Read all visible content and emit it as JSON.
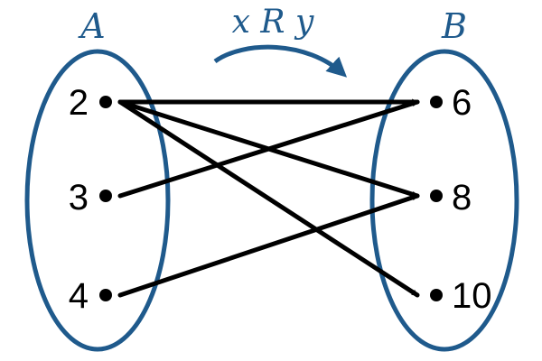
{
  "diagram": {
    "relation_label": "x R y",
    "accent_color": "#1f5a8c",
    "arrow_color": "#000000",
    "sets": [
      {
        "id": "A",
        "label": "A",
        "elements": [
          "2",
          "3",
          "4"
        ]
      },
      {
        "id": "B",
        "label": "B",
        "elements": [
          "6",
          "8",
          "10"
        ]
      }
    ],
    "mappings": [
      {
        "from": "2",
        "to": "6"
      },
      {
        "from": "2",
        "to": "8"
      },
      {
        "from": "2",
        "to": "10"
      },
      {
        "from": "3",
        "to": "6"
      },
      {
        "from": "4",
        "to": "8"
      }
    ]
  }
}
